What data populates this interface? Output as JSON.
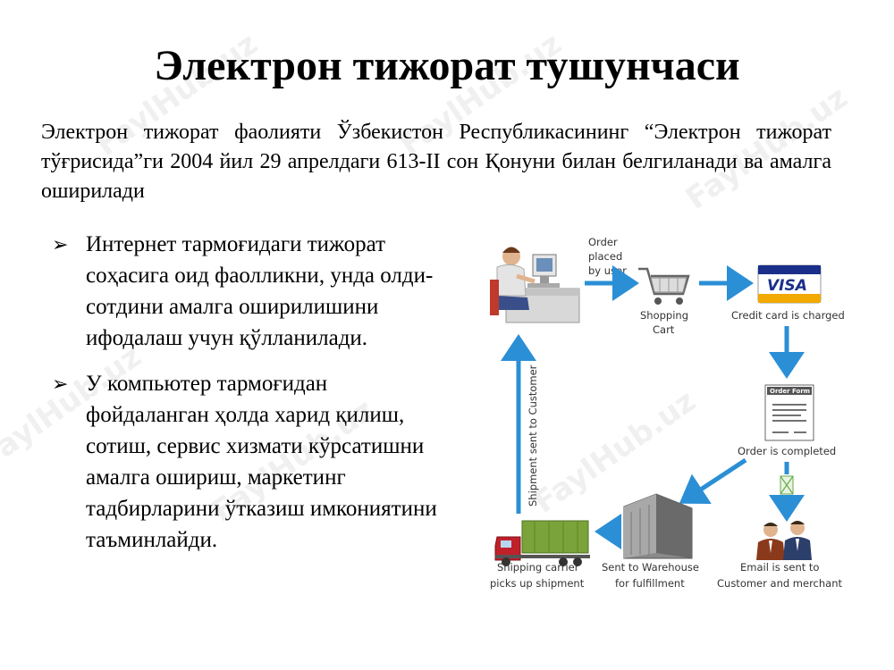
{
  "title": "Электрон тижорат тушунчаси",
  "intro": "Электрон тижорат фаолияти Ўзбекистон Республикасининг “Электрон тижорат тўғрисида”ги 2004 йил 29 апрелдаги 613-II сон Қонуни билан белгиланади ва амалга оширилади",
  "bullets": [
    "Интернет тармоғидаги тижорат соҳасига оид фаолликни, унда олди-сотдини амалга оширилишини ифодалаш учун қўлланилади.",
    "У компьютер тармоғидан фойдаланган ҳолда харид қилиш, сотиш, сервис хизмати кўрсатишни амалга ошириш, маркетинг тадбирларини ўтказиш имкониятини таъминлайди."
  ],
  "bullet_marker": "➢",
  "diagram": {
    "order_label": [
      "Order",
      "placed",
      "by user"
    ],
    "cart_label": [
      "Shopping",
      "Cart"
    ],
    "visa_text": "VISA",
    "credit_label": "Credit card is charged",
    "order_form_header": "Order Form",
    "order_completed_label": "Order is completed",
    "email_label": [
      "Email is sent to",
      "Customer and merchant"
    ],
    "warehouse_label": [
      "Sent to Warehouse",
      "for fulfillment"
    ],
    "carrier_label": [
      "Shipping carrier",
      "picks up shipment"
    ],
    "shipment_label": "Shipment sent to Customer",
    "colors": {
      "arrow": "#2b8fd6",
      "visa_blue": "#1a2f8a",
      "visa_gold": "#f2a900",
      "truck_red": "#c0202a",
      "container": "#7aa33a"
    }
  },
  "watermark": "FaylHub.uz"
}
